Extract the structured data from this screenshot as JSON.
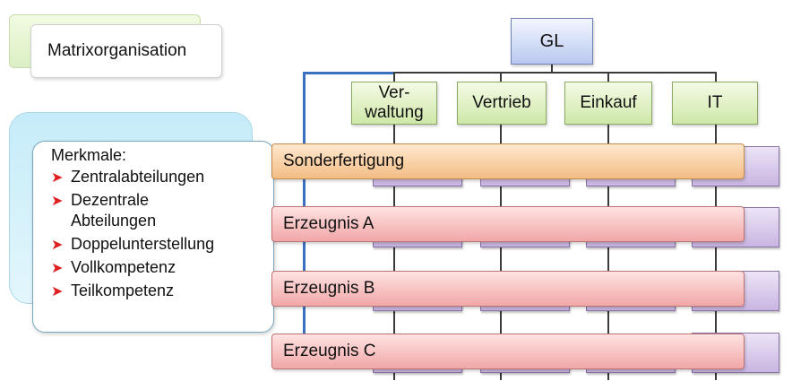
{
  "title": "Matrixorganisation",
  "merkmale": {
    "heading": "Merkmale:",
    "items": [
      "Zentralabteilungen",
      "Dezentrale Abteilungen",
      "Doppelunterstellung",
      "Vollkompetenz",
      "Teilkompetenz"
    ],
    "bullet_icon": "arrow-bullet-icon"
  },
  "org": {
    "top": "GL",
    "departments": [
      {
        "line1": "Ver-",
        "line2": "waltung"
      },
      {
        "line1": "Vertrieb",
        "line2": ""
      },
      {
        "line1": "Einkauf",
        "line2": ""
      },
      {
        "line1": "IT",
        "line2": ""
      }
    ],
    "rows": [
      "Sonderfertigung",
      "Erzeugnis A",
      "Erzeugnis B",
      "Erzeugnis C"
    ]
  },
  "colors": {
    "top_box": "#b9c8ef",
    "department": "#cfe7a8",
    "row_orange": "#f3bd84",
    "row_pink": "#f1a7a7",
    "matrix_cell": "#c9b5e2",
    "connector_blue": "#3b6fbf",
    "bullet_red": "#e02020"
  }
}
